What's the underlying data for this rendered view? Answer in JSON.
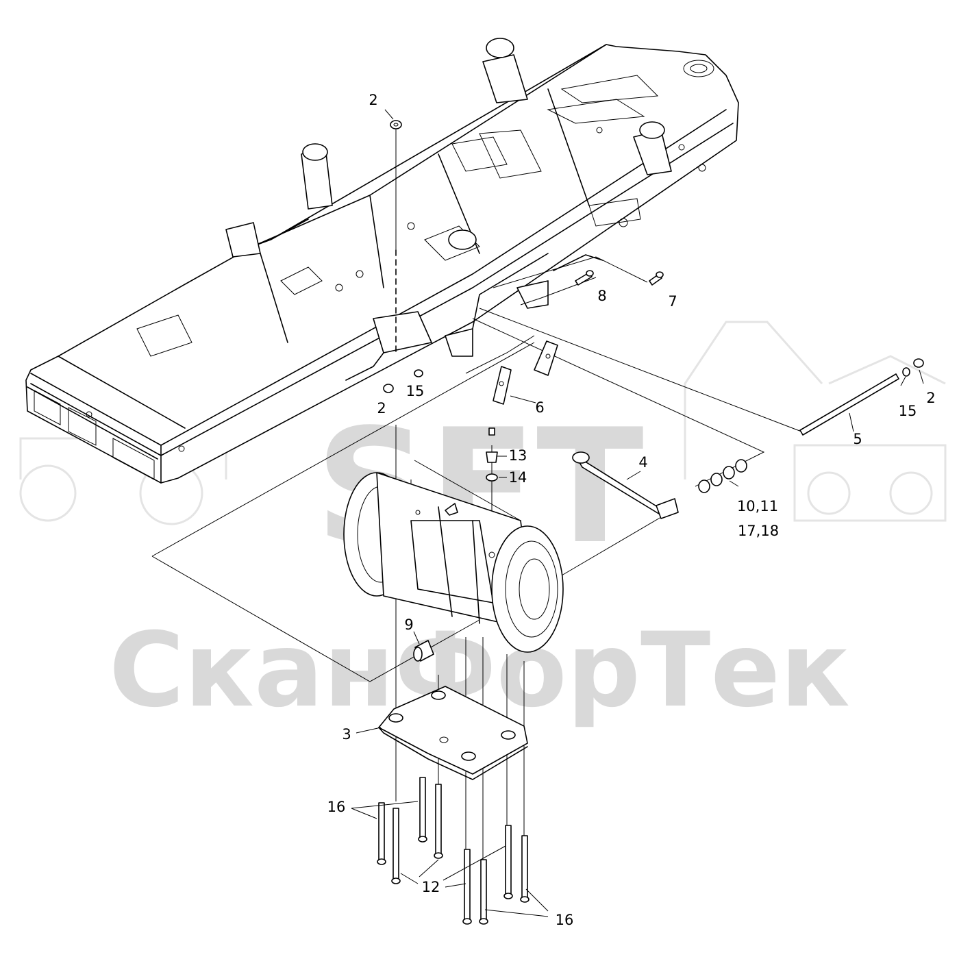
{
  "watermark": {
    "logo_text": "SFT",
    "company_text": "СканФорТек",
    "color": "#d9d9d9"
  },
  "callouts": [
    {
      "id": "c2a",
      "text": "2"
    },
    {
      "id": "c2b",
      "text": "2"
    },
    {
      "id": "c2c",
      "text": "2"
    },
    {
      "id": "c15a",
      "text": "15"
    },
    {
      "id": "c15b",
      "text": "15"
    },
    {
      "id": "c8",
      "text": "8"
    },
    {
      "id": "c7",
      "text": "7"
    },
    {
      "id": "c6",
      "text": "6"
    },
    {
      "id": "c5",
      "text": "5"
    },
    {
      "id": "c4",
      "text": "4"
    },
    {
      "id": "c13",
      "text": "13"
    },
    {
      "id": "c14",
      "text": "14"
    },
    {
      "id": "c10",
      "text": "10,11"
    },
    {
      "id": "c17",
      "text": "17,18"
    },
    {
      "id": "c9",
      "text": "9"
    },
    {
      "id": "c3",
      "text": "3"
    },
    {
      "id": "c16a",
      "text": "16"
    },
    {
      "id": "c12",
      "text": "12"
    },
    {
      "id": "c16b",
      "text": "16"
    }
  ]
}
